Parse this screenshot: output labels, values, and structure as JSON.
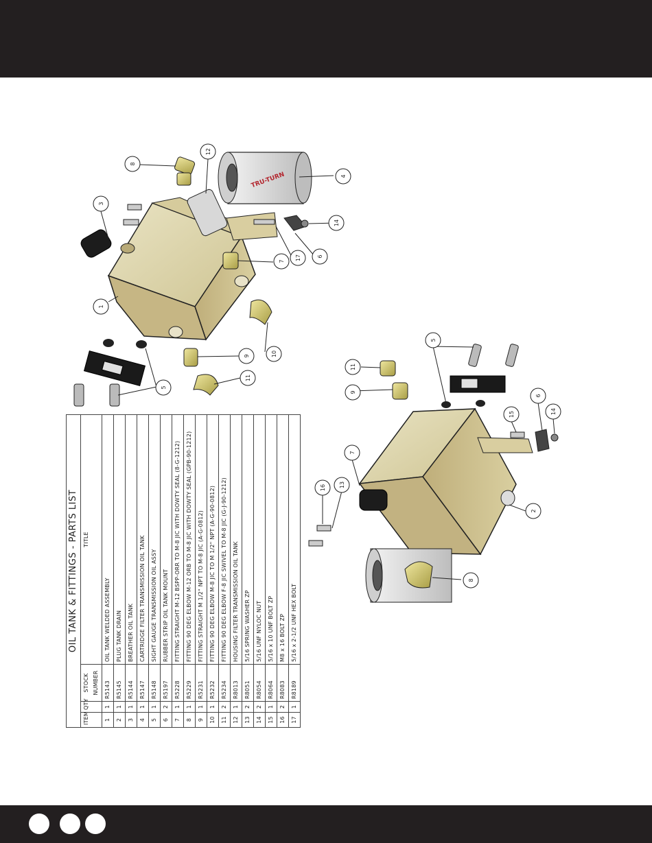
{
  "parts_list": {
    "title": "OIL TANK & FITTINGS - PARTS LIST",
    "headers": {
      "item": "ITEM",
      "qty": "QTY",
      "stock": "STOCK NUMBER",
      "title": "TITLE"
    },
    "rows": [
      {
        "item": "1",
        "qty": "1",
        "stock": "R5143",
        "title": "OIL TANK WELDED ASSEMBLY"
      },
      {
        "item": "2",
        "qty": "1",
        "stock": "R5145",
        "title": "PLUG TANK DRAIN"
      },
      {
        "item": "3",
        "qty": "1",
        "stock": "R5144",
        "title": "BREATHER OIL TANK"
      },
      {
        "item": "4",
        "qty": "1",
        "stock": "R5147",
        "title": "CARTRIDGE FILTER TRANSMISSION OIL TANK"
      },
      {
        "item": "5",
        "qty": "1",
        "stock": "R5148",
        "title": "SIGHT GAUGE TRANSMISSION OIL ASSY"
      },
      {
        "item": "6",
        "qty": "2",
        "stock": "R5197",
        "title": "RUBBER STRIP OIL TANK MOUNT"
      },
      {
        "item": "7",
        "qty": "1",
        "stock": "R5228",
        "title": "FITTING STRAIGHT M-12 BSPP-ORR TO M-8 JIC WITH DOWTY SEAL (8-G-1212)"
      },
      {
        "item": "8",
        "qty": "1",
        "stock": "R5229",
        "title": "FITTING 90 DEG ELBOW M-12 ORB TO M-8 JIC WITH DOWTY SEAL (GPB-90-1212)"
      },
      {
        "item": "9",
        "qty": "1",
        "stock": "R5231",
        "title": "FITTING STRAIGHT M 1/2\" NPT TO M-8 JIC (A-G-0812)"
      },
      {
        "item": "10",
        "qty": "1",
        "stock": "R5232",
        "title": "FITTING 90 DEG ELBOW M-8 JIC TO M 1/2\" NPT (A-G-90-0812)"
      },
      {
        "item": "11",
        "qty": "2",
        "stock": "R5234",
        "title": "FITTING 90 DEG ELBOW F-8 JIC SWIVEL TO M-8 JIC (G-J-90-1212)"
      },
      {
        "item": "12",
        "qty": "1",
        "stock": "R8013",
        "title": "HOUSING FILTER TRANSMISSION OIL TANK"
      },
      {
        "item": "13",
        "qty": "2",
        "stock": "R8051",
        "title": "5/16 SPRING WASHER ZP"
      },
      {
        "item": "14",
        "qty": "2",
        "stock": "R8054",
        "title": "5/16 UNF NYLOC NUT"
      },
      {
        "item": "15",
        "qty": "1",
        "stock": "R8064",
        "title": "5/16 x 10 UNF BOLT ZP"
      },
      {
        "item": "16",
        "qty": "2",
        "stock": "R8083",
        "title": "M8 x 16 BOLT ZP"
      },
      {
        "item": "17",
        "qty": "1",
        "stock": "R8189",
        "title": "5/16 x 2-1/2 UNF HEX BOLT"
      }
    ]
  },
  "callouts_view_a": [
    "1",
    "3",
    "4",
    "5",
    "6",
    "7",
    "8",
    "9",
    "10",
    "11",
    "12",
    "14",
    "17"
  ],
  "callouts_view_b": [
    "2",
    "5",
    "6",
    "7",
    "8",
    "9",
    "11",
    "13",
    "14",
    "15",
    "16"
  ],
  "filter_brand": "TRU-TURN",
  "colors": {
    "band": "#231f20",
    "tank": "#d8cfa6",
    "tank_shade": "#b8aa78",
    "fitting": "#c9c06a"
  }
}
